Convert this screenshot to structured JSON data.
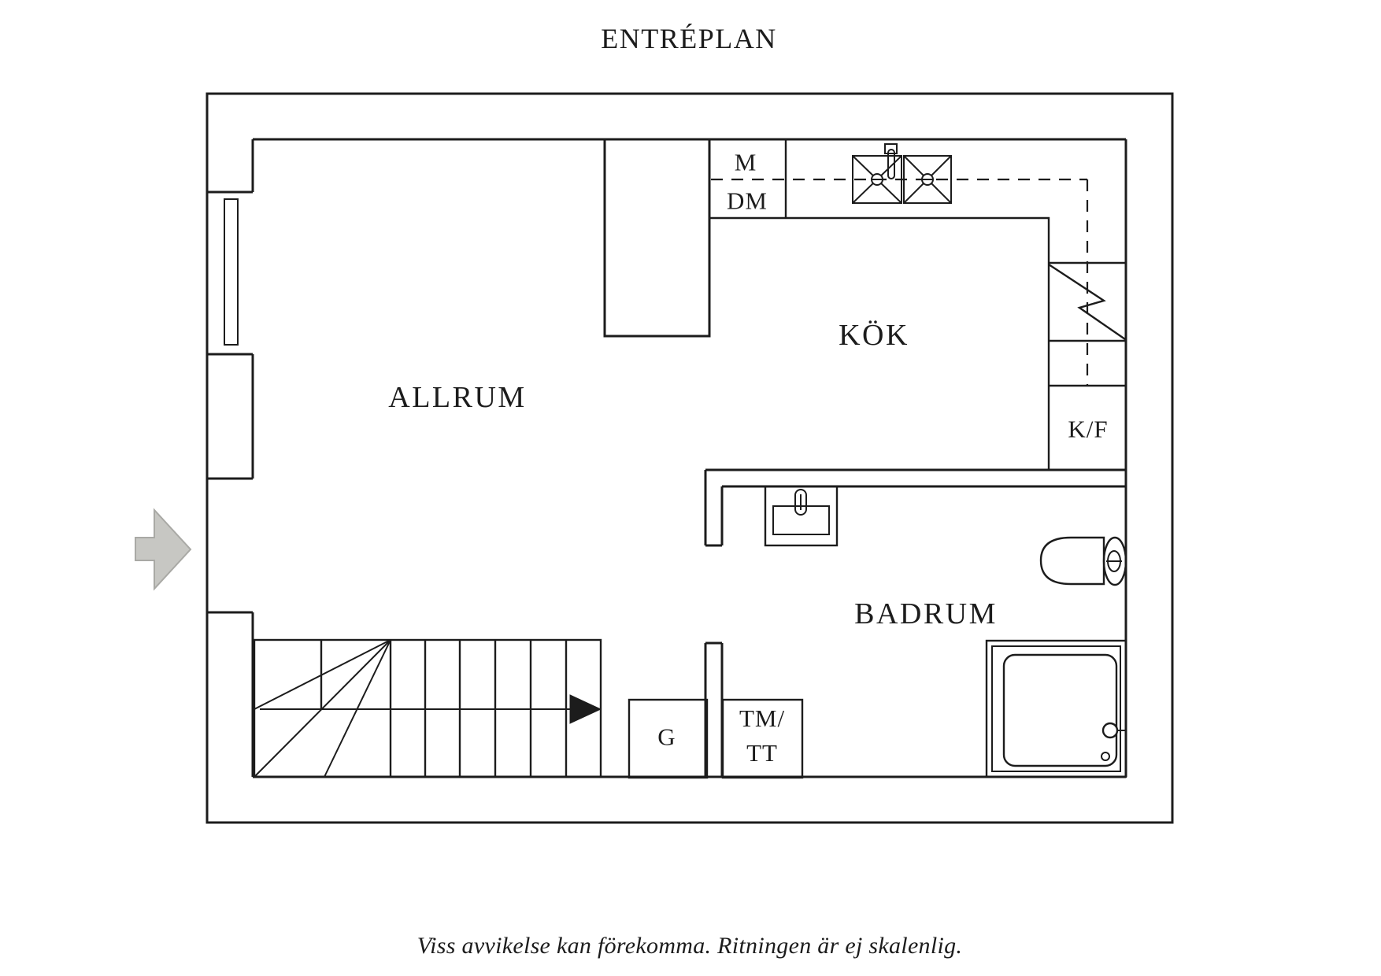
{
  "title": "ENTRÉPLAN",
  "footer": "Viss avvikelse kan förekomma. Ritningen är ej skalenlig.",
  "rooms": {
    "allrum": "ALLRUM",
    "kok": "KÖK",
    "badrum": "BADRUM"
  },
  "appliances": {
    "m": "M",
    "dm": "DM",
    "kf": "K/F",
    "g": "G",
    "tm": "TM/",
    "tt": "TT"
  },
  "colors": {
    "line": "#1c1c1c",
    "background": "#ffffff",
    "entry_arrow": "#c7c7c3"
  }
}
